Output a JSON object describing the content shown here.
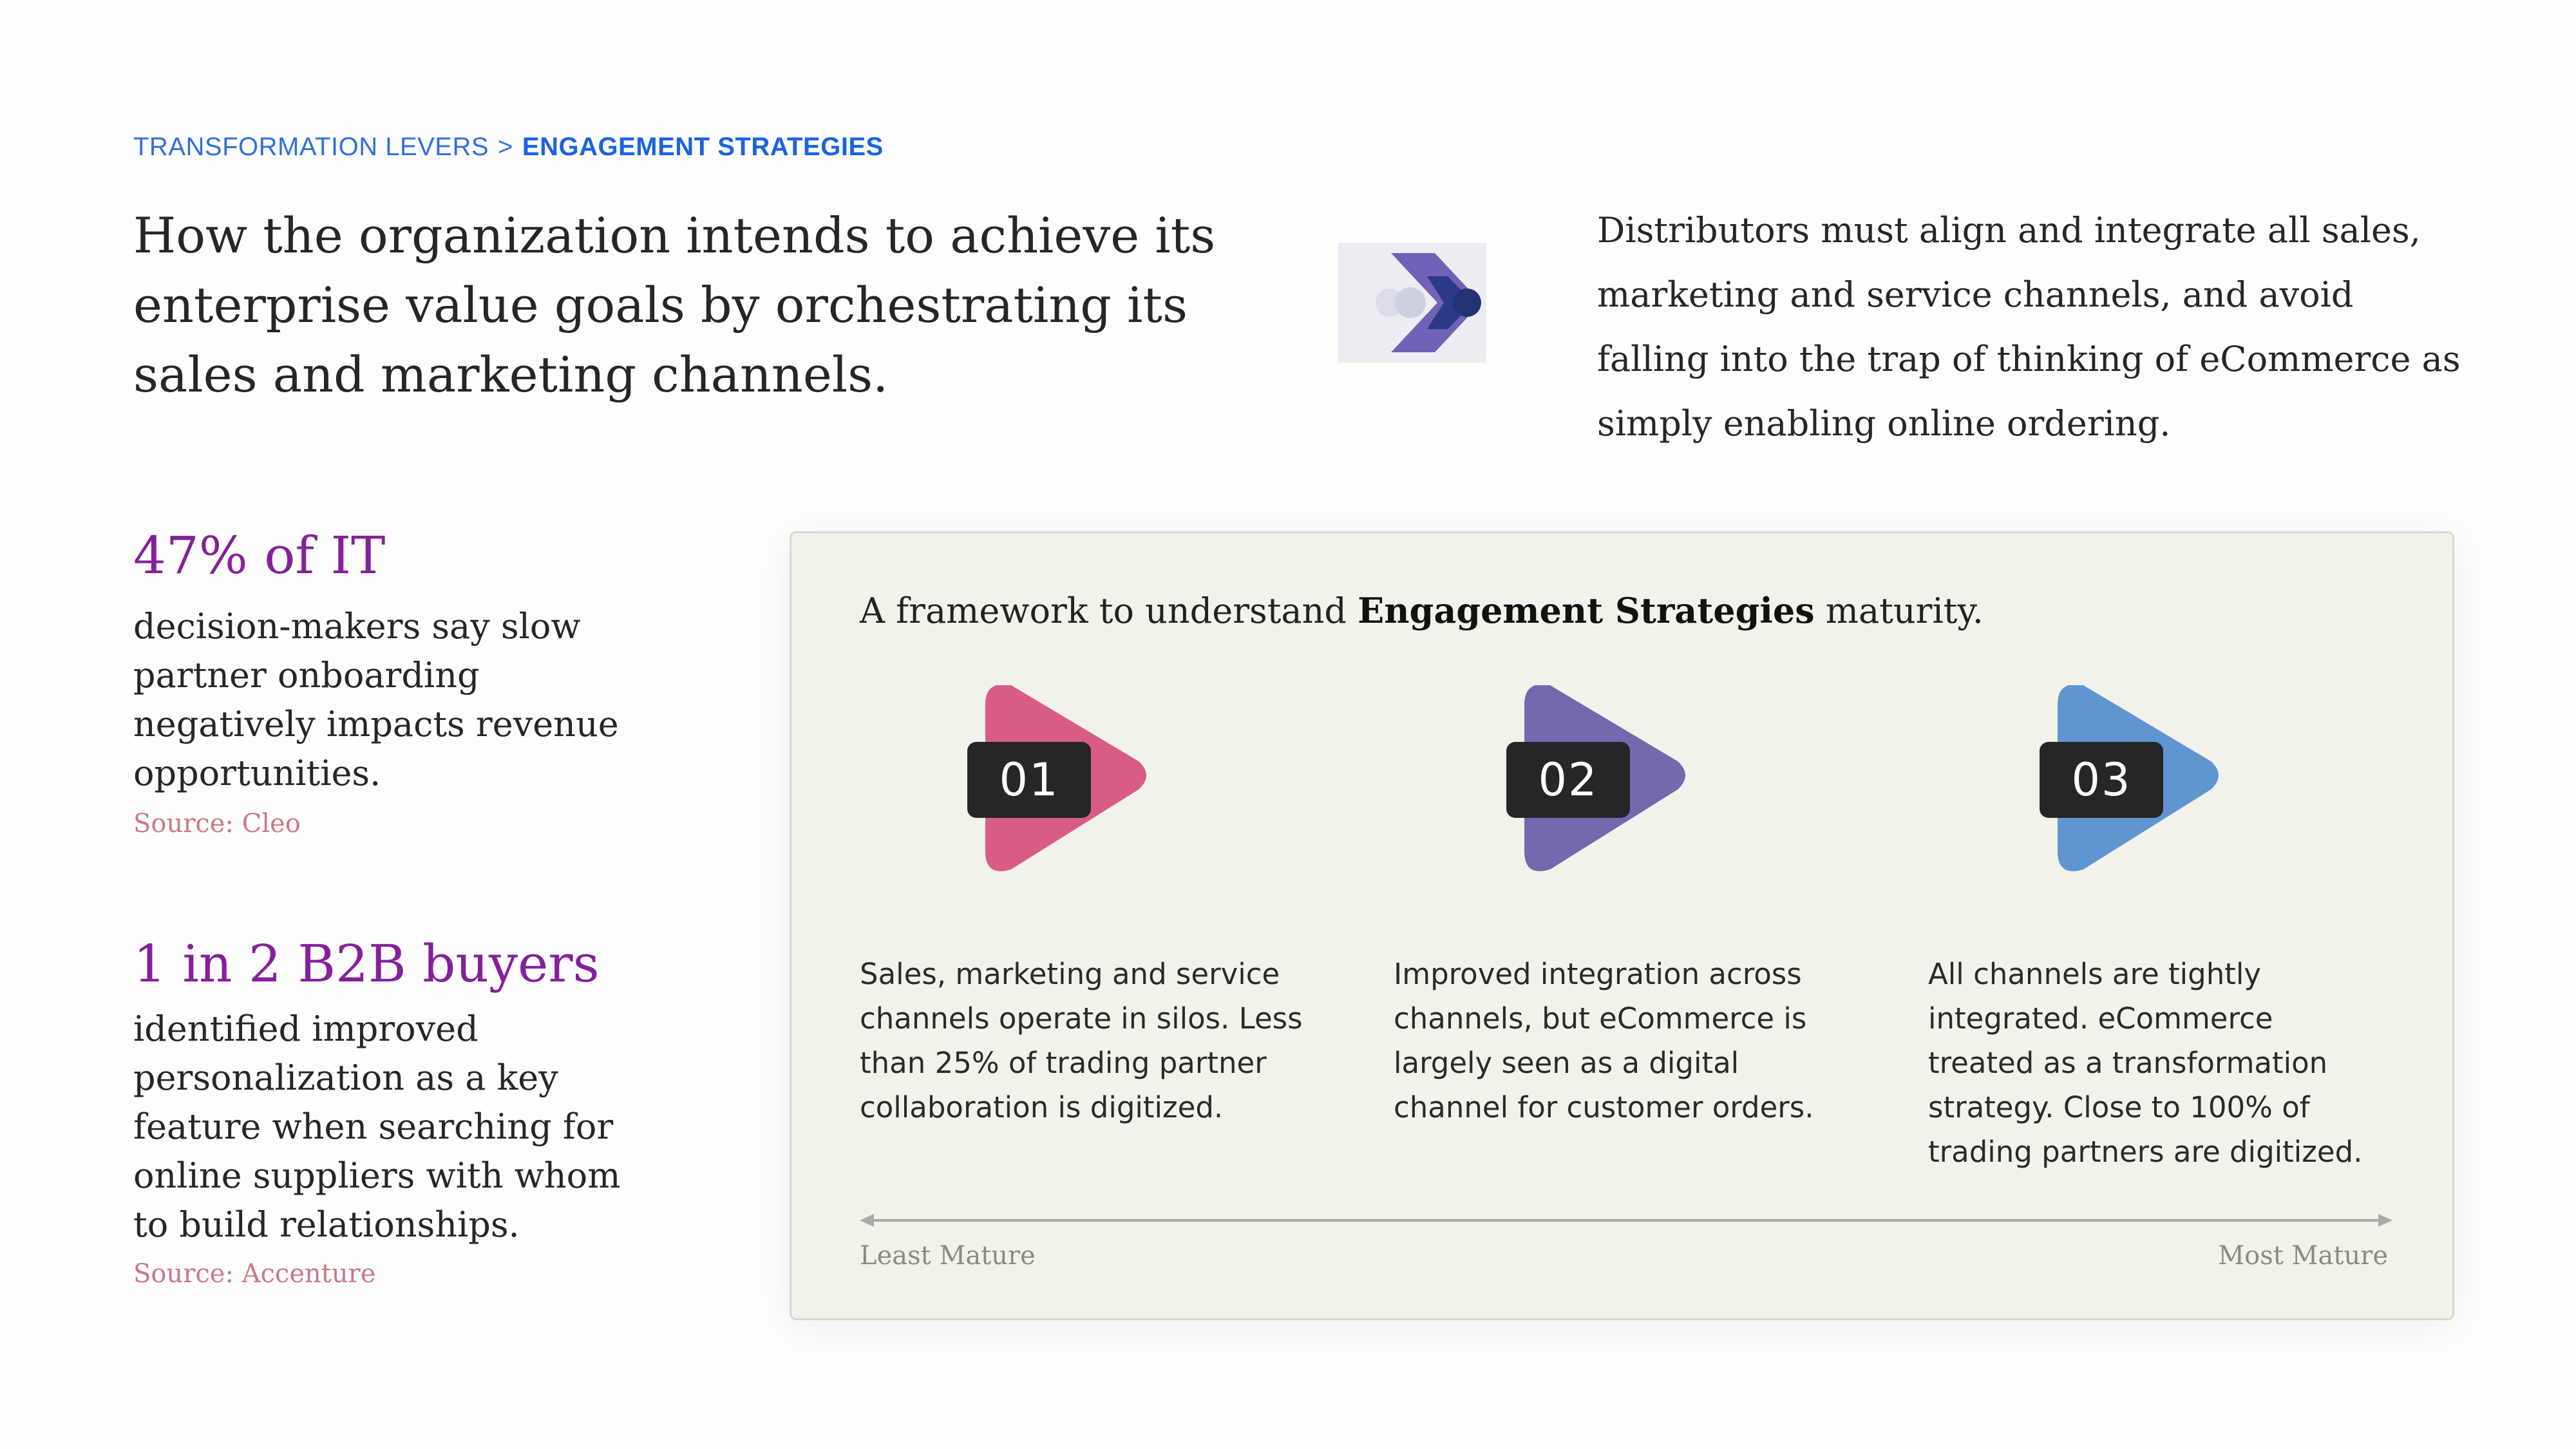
{
  "breadcrumb": {
    "parent": "TRANSFORMATION LEVERS",
    "separator": ">",
    "current": "ENGAGEMENT STRATEGIES"
  },
  "title": "How the organization intends to achieve its enterprise value goals by orchestrating its sales and marketing channels.",
  "intro": "Distributors must align and integrate all sales, marketing and service channels, and avoid falling into the trap of thinking of eCommerce as simply enabling online ordering.",
  "logo": {
    "icon": "chevron-arrow-logo",
    "colors": [
      "#6b5fb5",
      "#2c3e8c",
      "#e0e0e8"
    ]
  },
  "stats": [
    {
      "headline": "47% of IT",
      "text": "decision-makers say slow partner onboarding negatively impacts revenue opportunities.",
      "source": "Source: Cleo"
    },
    {
      "headline": "1 in 2 B2B buyers",
      "text": "identified improved personalization as a key feature when searching for online suppliers with whom to build relationships.",
      "source": "Source: Accenture"
    }
  ],
  "framework": {
    "heading_prefix": "A framework to understand ",
    "heading_bold": "Engagement Strategies",
    "heading_suffix": " maturity.",
    "stages": [
      {
        "number": "01",
        "color": "#d95c85",
        "text": "Sales, marketing and service channels operate in silos. Less than 25% of trading partner collaboration is digitized."
      },
      {
        "number": "02",
        "color": "#7568ac",
        "text": "Improved integration across channels, but eCommerce is largely seen as a digital channel for customer orders."
      },
      {
        "number": "03",
        "color": "#5f95d1",
        "text": "All channels are tightly integrated. eCommerce treated as a transformation strategy. Close to 100% of trading partners are digitized."
      }
    ],
    "axis": {
      "left_label": "Least Mature",
      "right_label": "Most Mature"
    }
  },
  "colors": {
    "accent_blue": "#1a64e0",
    "stat_purple": "#86209a",
    "source_pink": "#c9788a",
    "panel_bg": "#f1f3ea"
  }
}
